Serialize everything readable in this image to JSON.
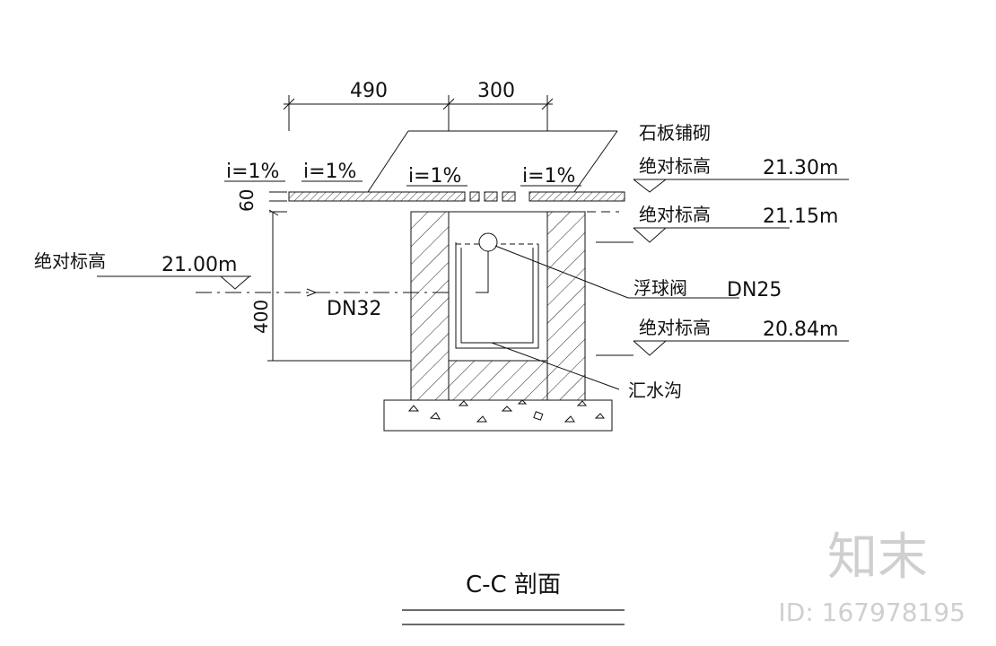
{
  "dimensions": {
    "top_left": "490",
    "top_right": "300",
    "thickness": "60",
    "depth": "400"
  },
  "surface": {
    "slope_1": "i=1%",
    "slope_2": "i=1%",
    "slope_3": "i=1%",
    "slope_4": "i=1%"
  },
  "callouts": {
    "paving": "石板铺砌",
    "float_valve": "浮球阀",
    "float_valve_size": "DN25",
    "collection_channel": "汇水沟",
    "inlet_pipe": "DN32"
  },
  "elevations": {
    "label_1": "绝对标高",
    "value_1": "21.30m",
    "label_2": "绝对标高",
    "value_2": "21.15m",
    "label_3": "绝对标高",
    "value_3": "20.84m",
    "label_left": "绝对标高",
    "value_left": "21.00m"
  },
  "section_title": "C-C 剖面",
  "watermark": {
    "brand": "知末",
    "id": "ID: 167978195"
  }
}
